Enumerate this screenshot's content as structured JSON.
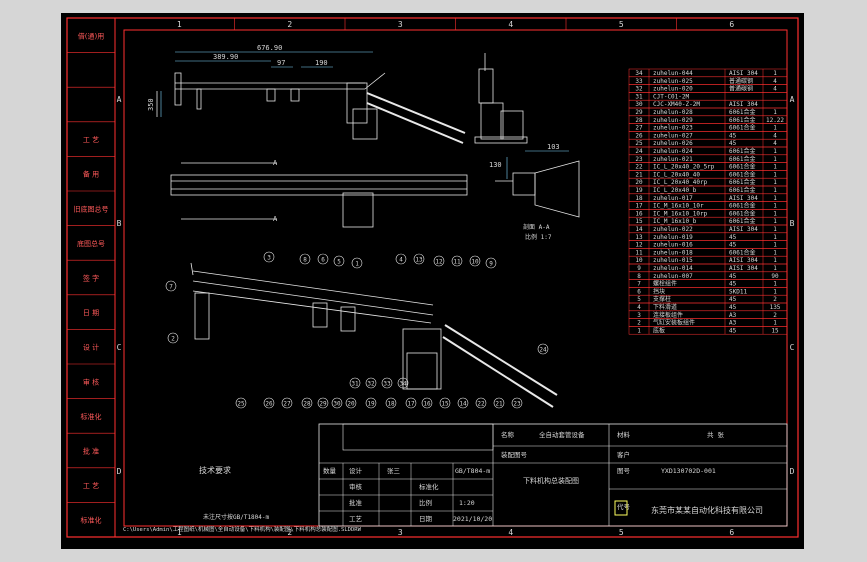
{
  "zones": {
    "cols": [
      "1",
      "2",
      "3",
      "4",
      "5",
      "6"
    ],
    "rows": [
      "A",
      "B",
      "C",
      "D"
    ]
  },
  "left_strip": [
    "借(通)用",
    "",
    "",
    "工 艺",
    "备 用",
    "旧底图总号",
    "底图总号",
    "签 字",
    "日 期",
    "设 计",
    "审 核",
    "标准化",
    "批 准",
    "工 艺",
    "标准化"
  ],
  "dims": {
    "d1": "676.90",
    "d2": "389.90",
    "d3": "97",
    "d4": "190",
    "d5": "350",
    "d6": "103",
    "d7": "130",
    "d8": "A",
    "d9": "A",
    "section": "比例 1:7",
    "section_label": "剖面 A-A"
  },
  "balloons": [
    "7",
    "2",
    "3",
    "8",
    "6",
    "5",
    "1",
    "4",
    "13",
    "12",
    "11",
    "10",
    "9",
    "20",
    "19",
    "18",
    "17",
    "16",
    "15",
    "14",
    "22",
    "21",
    "23",
    "24",
    "25",
    "26",
    "27",
    "28",
    "29",
    "30",
    "31",
    "32",
    "33",
    "34"
  ],
  "notes": {
    "tech": "技术要求",
    "n1": "未注尺寸按GB/T1804-m",
    "path": "C:\\Users\\Admin\\工程图纸\\机械图\\全自动设备\\下料机构\\装配图\\下料机构总装配图.SLDDRW"
  },
  "bom_rows": [
    [
      "34",
      "zuhelun-044",
      "AISI 304",
      "1"
    ],
    [
      "33",
      "zuhelun-025",
      "普通碳钢",
      "4"
    ],
    [
      "32",
      "zuhelun-020",
      "普通碳钢",
      "4"
    ],
    [
      "31",
      "CJT-C01-2M",
      "",
      ""
    ],
    [
      "30",
      "CJC-XM40-Z-2M",
      "AISI 304",
      ""
    ],
    [
      "29",
      "zuhelun-028",
      "6061合金",
      "1"
    ],
    [
      "28",
      "zuhelun-029",
      "6061合金",
      "12.22"
    ],
    [
      "27",
      "zuhelun-023",
      "6061合金",
      "1"
    ],
    [
      "26",
      "zuhelun-027",
      "45",
      "4"
    ],
    [
      "25",
      "zuhelun-026",
      "45",
      "4"
    ],
    [
      "24",
      "zuhelun-024",
      "6061合金",
      "1"
    ],
    [
      "23",
      "zuhelun-021",
      "6061合金",
      "1"
    ],
    [
      "22",
      "IC_L_20x40_20_5rp",
      "6061合金",
      "1"
    ],
    [
      "21",
      "IC_L_20x40_40",
      "6061合金",
      "1"
    ],
    [
      "20",
      "IC_L_20x40_40rp",
      "6061合金",
      "1"
    ],
    [
      "19",
      "IC_L_20x40_b",
      "6061合金",
      "1"
    ],
    [
      "18",
      "zuhelun-017",
      "AISI 304",
      "1"
    ],
    [
      "17",
      "IC_M_16x10_10r",
      "6061合金",
      "1"
    ],
    [
      "16",
      "IC_M_16x10_10rp",
      "6061合金",
      "1"
    ],
    [
      "15",
      "IC_M_16x10_b",
      "6061合金",
      "1"
    ],
    [
      "14",
      "zuhelun-022",
      "AISI 304",
      "1"
    ],
    [
      "13",
      "zuhelun-019",
      "45",
      "1"
    ],
    [
      "12",
      "zuhelun-016",
      "45",
      "1"
    ],
    [
      "11",
      "zuhelun-018",
      "6061合金",
      "1"
    ],
    [
      "10",
      "zuhelun-015",
      "AISI 304",
      "1"
    ],
    [
      "9",
      "zuhelun-014",
      "AISI 304",
      "1"
    ],
    [
      "8",
      "zuhelun-007",
      "45",
      "90"
    ],
    [
      "7",
      "螺栓组件",
      "45",
      "1"
    ],
    [
      "6",
      "挡块",
      "SKD11",
      "1"
    ],
    [
      "5",
      "支撑柱",
      "45",
      "2"
    ],
    [
      "4",
      "下料滑道",
      "45",
      "135"
    ],
    [
      "3",
      "连接板组件",
      "A3",
      "2"
    ],
    [
      "2",
      "气缸安装板组件",
      "A3",
      "1"
    ],
    [
      "1",
      "底板",
      "45",
      "15"
    ]
  ],
  "title_block": {
    "h_name": "名称",
    "v_name": "全自动套管设备",
    "h_weight": "材料",
    "h_code": "代号",
    "v_code2": "装配图号",
    "h_client": "客户",
    "h_drawing_no": "图号",
    "v_drawing_no": "YXD130702D-001",
    "h_scale": "比例",
    "h_sheet": "共 张",
    "h_design": "设计",
    "v_design": "张三",
    "v_std": "GB/T804-m",
    "v_scale": "1:20",
    "v_date": "2021/10/20",
    "h_check": "审核",
    "h_std2": "标准化",
    "h_approve": "批准",
    "h_process": "工艺",
    "h_date": "日期",
    "v_main_title": "下料机构总装配图",
    "company": "东莞市某某自动化科技有限公司",
    "h_qty": "数量"
  },
  "colors": {
    "frame": "#ff3030",
    "line": "#e8e8e8",
    "bg": "#000000",
    "accent": "#ffff60"
  }
}
